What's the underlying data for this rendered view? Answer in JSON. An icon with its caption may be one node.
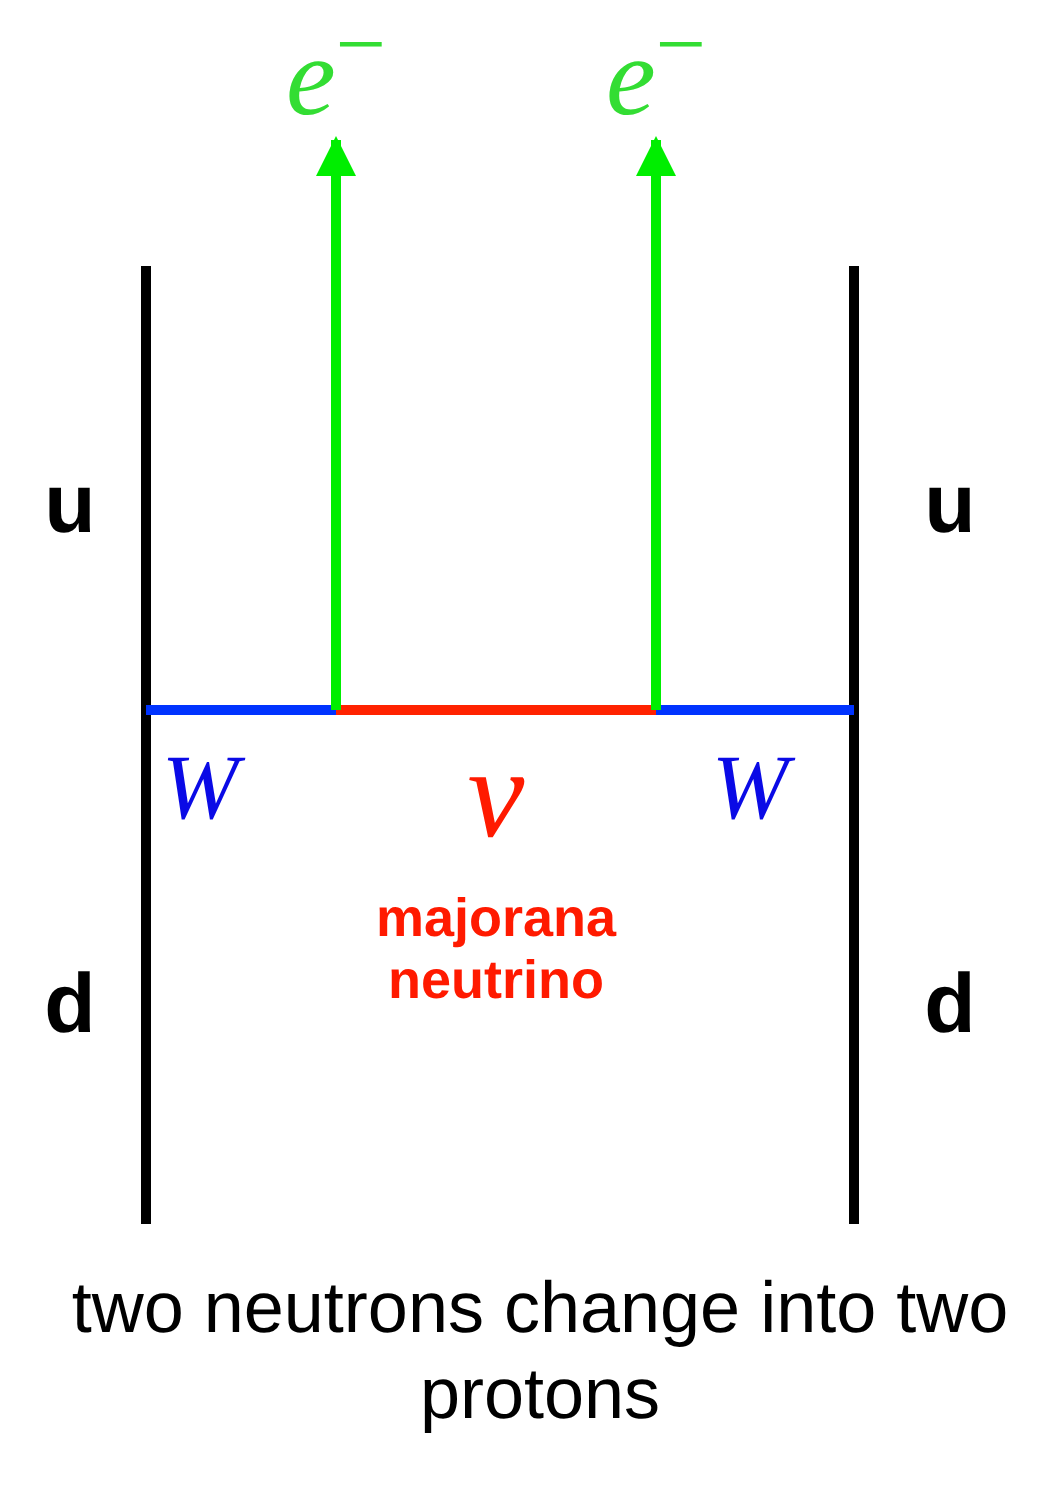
{
  "diagram": {
    "caption": "two neutrons change into two protons",
    "nodes": [
      {
        "text": [
          "*e*$^{−}$"
        ]
      },
      {
        "text": [
          "*e*$^{−}$"
        ]
      }
    ],
    "edges": [
      {
        "from": null,
        "to": 0,
        "arrow": "to"
      },
      {
        "from": null,
        "to": 1,
        "arrow": "to"
      }
    ],
    "labels": [
      "u",
      "u",
      "W",
      "ν",
      "W",
      "majorana neutrino",
      "d",
      "d"
    ]
  }
}
